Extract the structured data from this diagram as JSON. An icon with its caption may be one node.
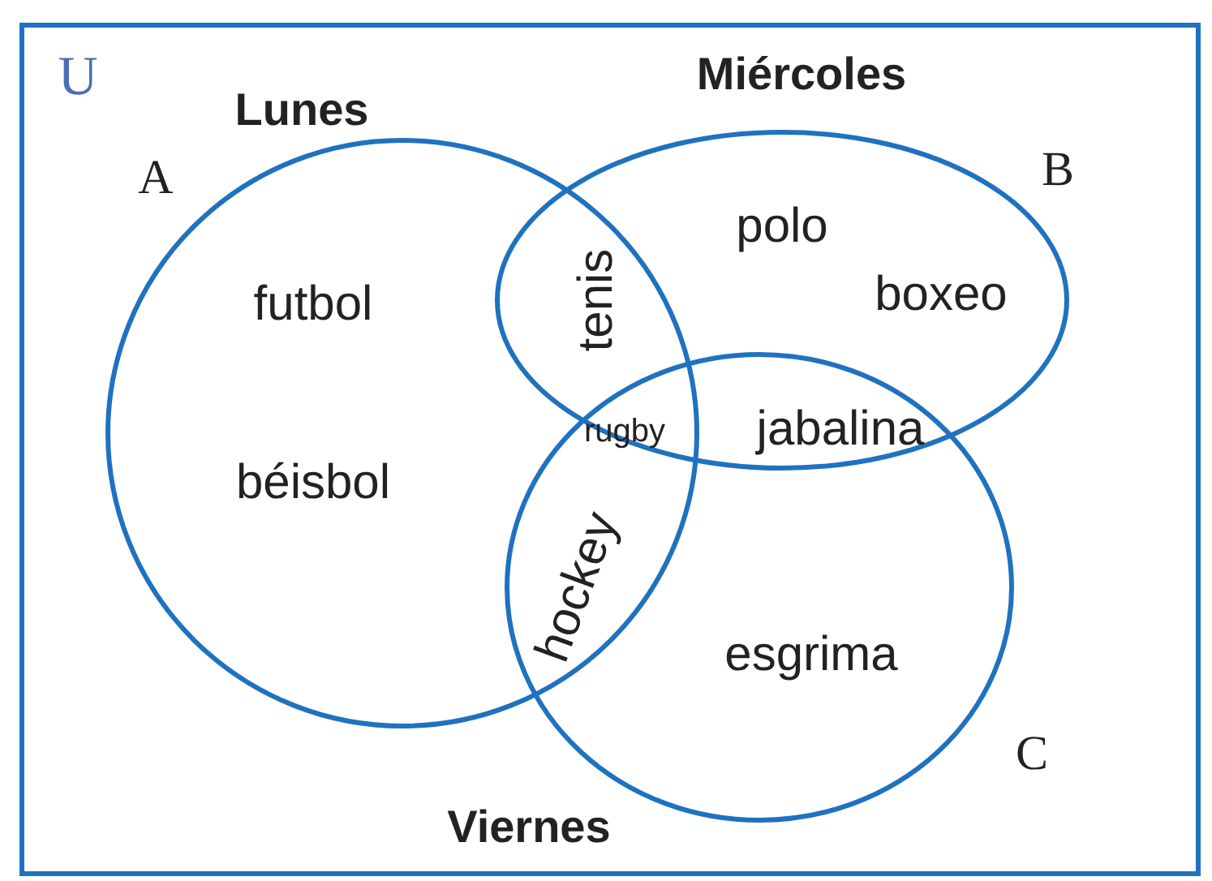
{
  "diagram": {
    "nodes": [
      {
        "text": [
          "U"
        ]
      },
      {
        "text": [
          "Lunes",
          "A"
        ],
        "in": 0
      },
      {
        "text": [
          "Miércoles",
          "B"
        ],
        "in": 0
      },
      {
        "text": [
          "Viernes",
          "C"
        ],
        "in": 0
      }
    ],
    "labels": [
      "futbol",
      "béisbol",
      "tenis",
      "polo",
      "boxeo",
      "rugby",
      "jabalina",
      "hockey",
      "esgrima"
    ]
  }
}
